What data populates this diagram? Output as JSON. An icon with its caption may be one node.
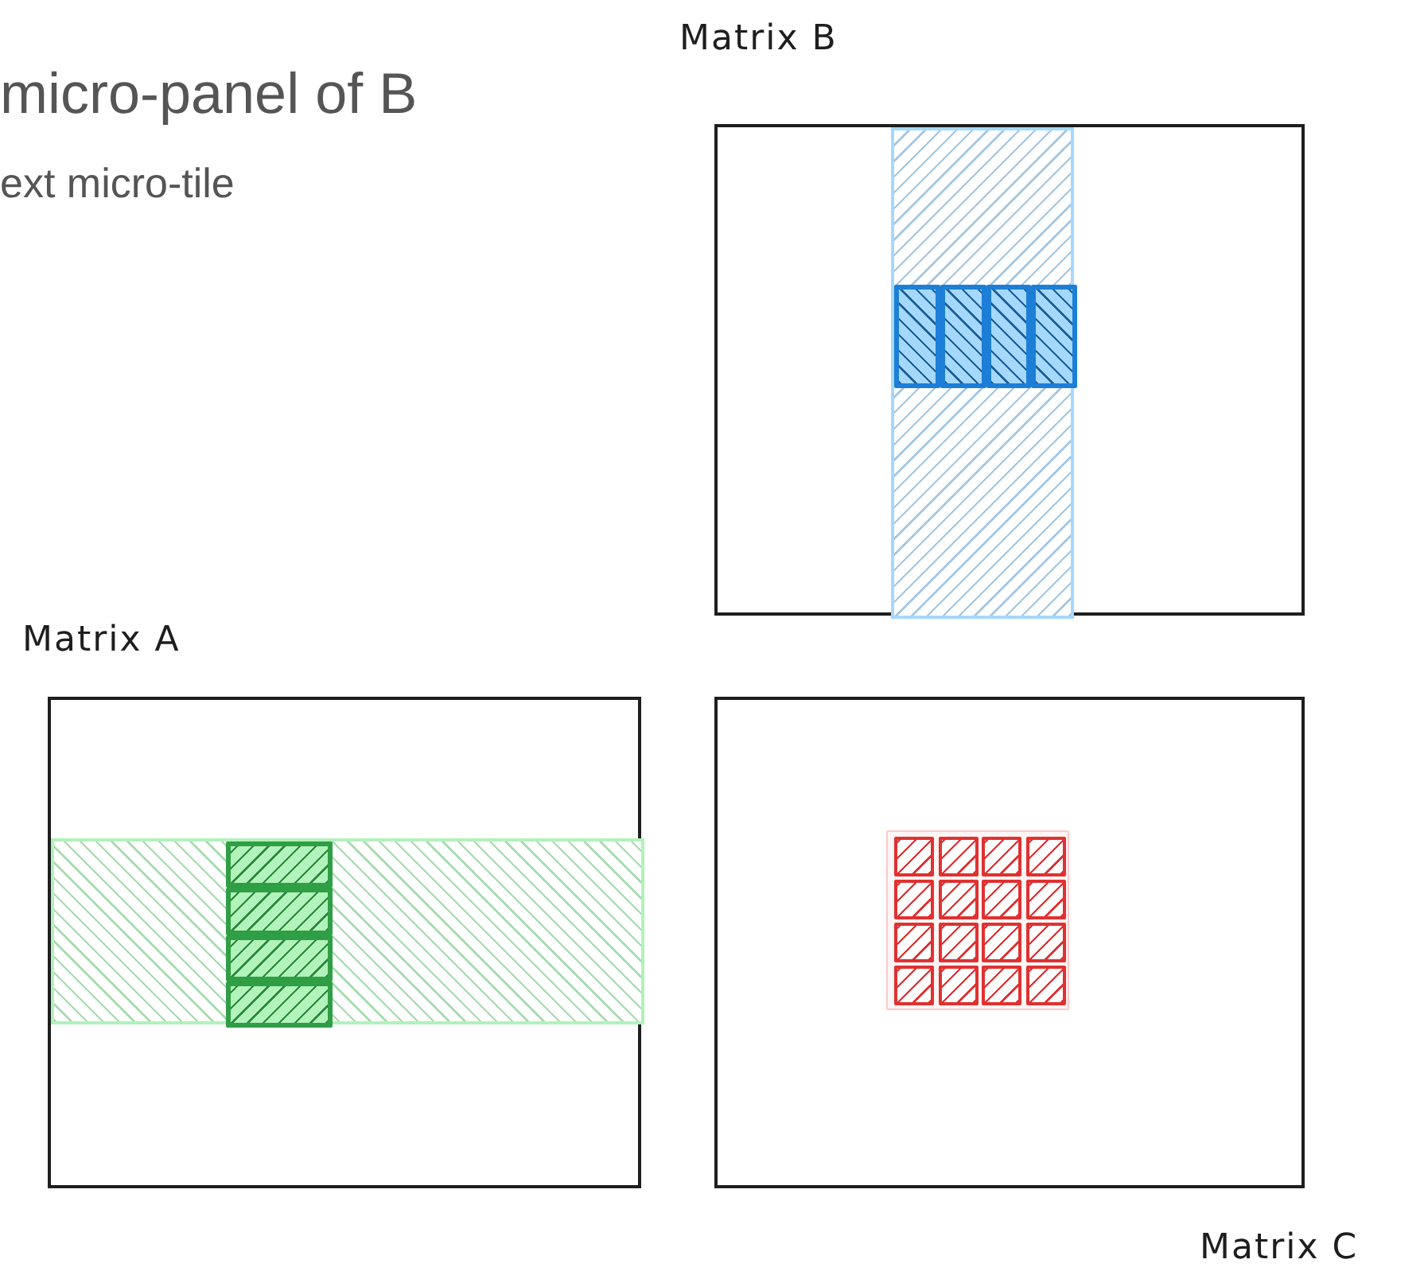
{
  "diagram": {
    "nodes": [
      {
        "text": [
          "Matrix B"
        ]
      },
      {
        "text": [],
        "shape": "bar",
        "in": 0
      },
      {
        "text": [],
        "shape": "box",
        "in": 1
      },
      {
        "text": [],
        "shape": "box",
        "in": 1
      },
      {
        "text": [],
        "shape": "box",
        "in": 1
      },
      {
        "text": [],
        "shape": "box",
        "in": 1
      },
      {
        "text": [
          "Matrix A"
        ]
      },
      {
        "text": [],
        "shape": "bar",
        "in": 6
      },
      {
        "text": [],
        "shape": "box",
        "in": 7
      },
      {
        "text": [],
        "shape": "box",
        "in": 7
      },
      {
        "text": [],
        "shape": "box",
        "in": 7
      },
      {
        "text": [],
        "shape": "box",
        "in": 7
      },
      {
        "text": [
          "Matrix C"
        ]
      },
      {
        "text": [],
        "shape": "box",
        "in": 12
      },
      {
        "text": [],
        "shape": "box",
        "in": 13
      },
      {
        "text": [],
        "shape": "box",
        "in": 13
      },
      {
        "text": [],
        "shape": "box",
        "in": 13
      },
      {
        "text": [],
        "shape": "box",
        "in": 13
      },
      {
        "text": [],
        "shape": "box",
        "in": 13
      },
      {
        "text": [],
        "shape": "box",
        "in": 13
      },
      {
        "text": [],
        "shape": "box",
        "in": 13
      },
      {
        "text": [],
        "shape": "box",
        "in": 13
      },
      {
        "text": [],
        "shape": "box",
        "in": 13
      },
      {
        "text": [],
        "shape": "box",
        "in": 13
      },
      {
        "text": [],
        "shape": "box",
        "in": 13
      },
      {
        "text": [],
        "shape": "box",
        "in": 13
      },
      {
        "text": [],
        "shape": "box",
        "in": 13
      },
      {
        "text": [],
        "shape": "box",
        "in": 13
      },
      {
        "text": [],
        "shape": "box",
        "in": 13
      },
      {
        "text": [],
        "shape": "box",
        "in": 13
      }
    ],
    "labels": [
      "micro-panel of B",
      "ext micro-tile"
    ]
  }
}
